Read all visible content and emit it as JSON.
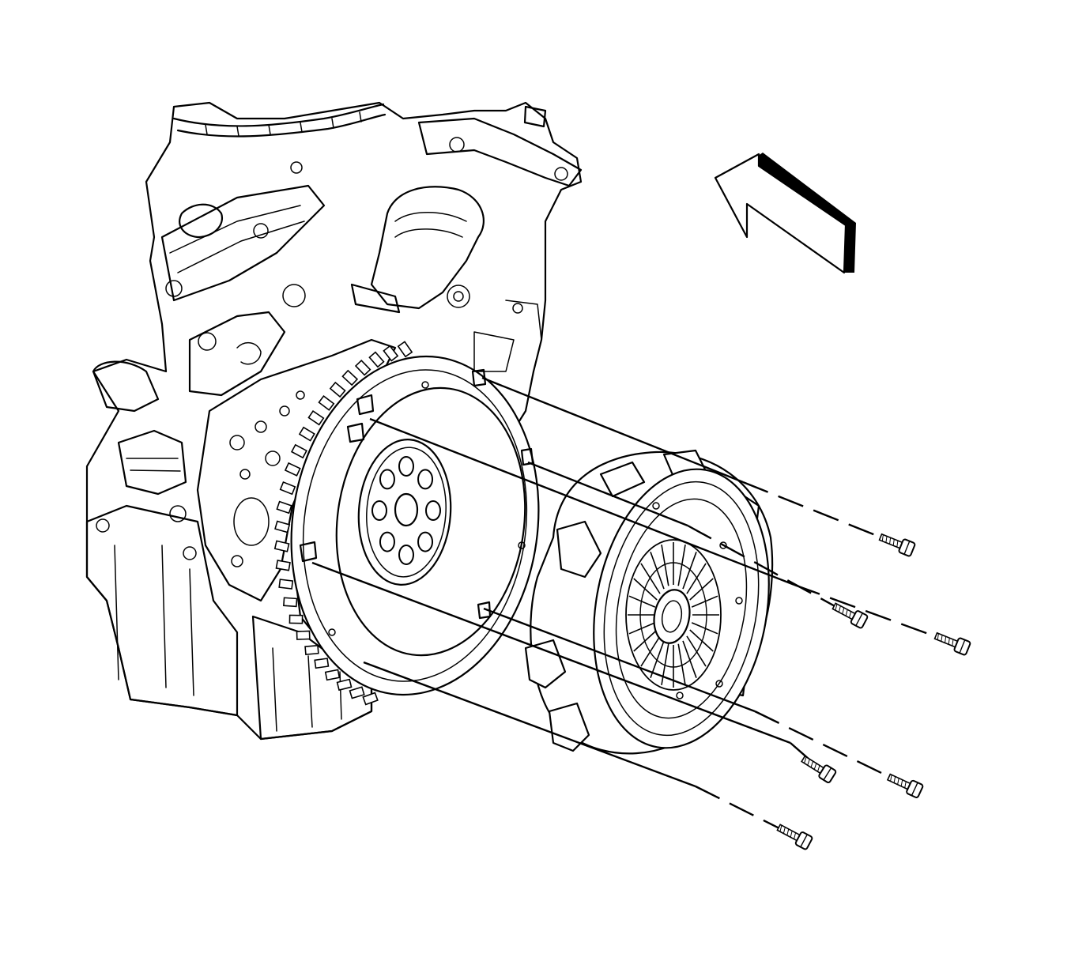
{
  "figure": {
    "subject": "engine-flywheel-clutch-exploded-view",
    "colors": {
      "line": "#000000",
      "background": "#ffffff",
      "arrow_band": "#000000"
    },
    "icons": [
      "view-direction-arrow-icon",
      "bolt-icon"
    ],
    "bolt_count": 6,
    "flywheel_bolt_holes": 8
  }
}
